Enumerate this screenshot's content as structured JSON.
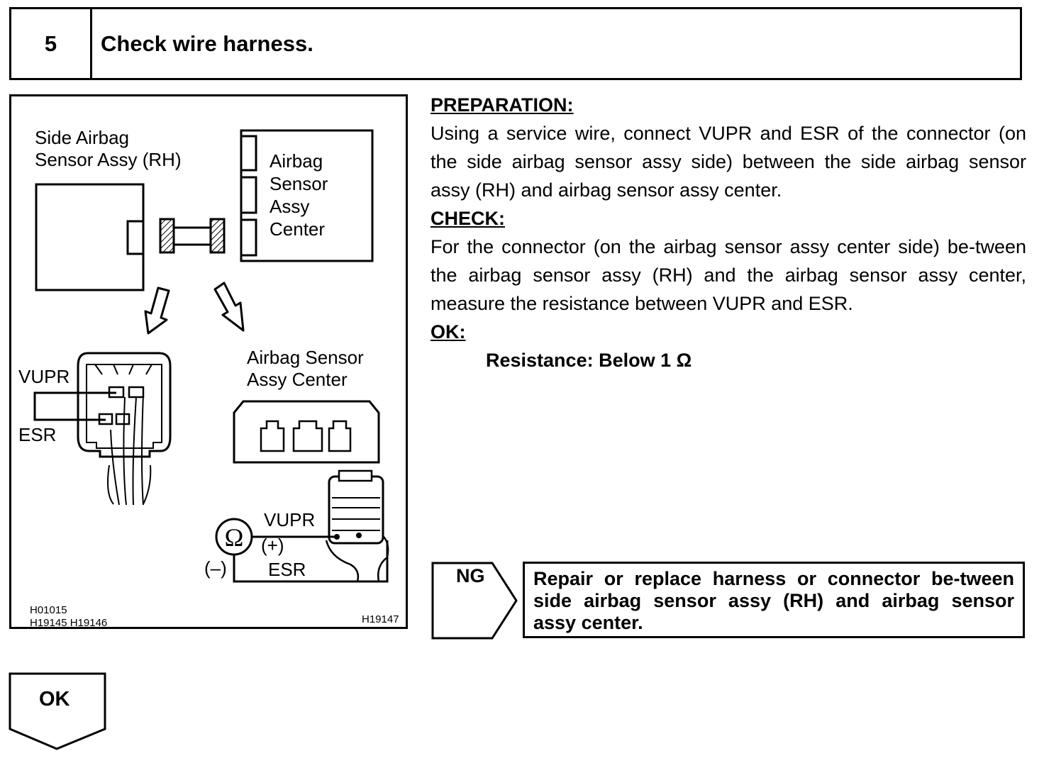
{
  "step": {
    "number": "5",
    "title": "Check wire harness."
  },
  "figure": {
    "label_side_sensor_line1": "Side Airbag",
    "label_side_sensor_line2": "Sensor Assy (RH)",
    "label_center_line1": "Airbag",
    "label_center_line2": "Sensor",
    "label_center_line3": "Assy",
    "label_center_line4": "Center",
    "label_vupr_left": "VUPR",
    "label_esr_left": "ESR",
    "label_center_lower_line1": "Airbag Sensor",
    "label_center_lower_line2": "Assy Center",
    "label_vupr_meter": "VUPR",
    "label_esr_meter": "ESR",
    "label_plus": "(+)",
    "label_minus": "(–)",
    "label_ohm": "Ω",
    "code_line1": "H01015",
    "code_line2": "H19145  H19146",
    "code_right": "H19147"
  },
  "instructions": {
    "preparation_heading": "PREPARATION:",
    "preparation_text": "Using a service wire, connect VUPR and ESR of the connector (on the side airbag sensor assy side) between the side airbag sensor assy (RH) and airbag sensor assy center.",
    "check_heading": "CHECK:",
    "check_text": "For the connector (on the airbag sensor assy center side) be-tween the airbag sensor assy (RH) and the airbag sensor assy center, measure the resistance between VUPR and ESR.",
    "ok_heading": "OK:",
    "ok_spec": "Resistance: Below 1 Ω"
  },
  "results": {
    "ng_label": "NG",
    "ng_action": "Repair or replace harness or connector be-tween side airbag sensor assy (RH) and airbag sensor assy center.",
    "ok_label": "OK"
  },
  "colors": {
    "ink": "#000000",
    "paper": "#ffffff"
  }
}
